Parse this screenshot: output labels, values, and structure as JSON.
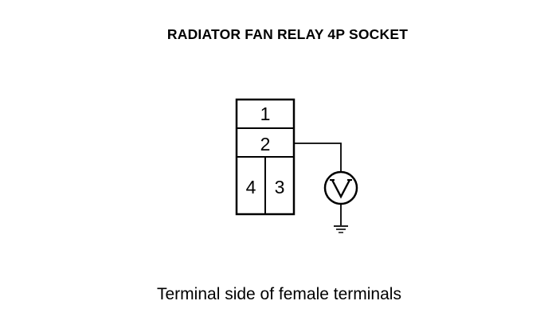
{
  "title": "RADIATOR FAN RELAY 4P SOCKET",
  "connector": {
    "terminals": [
      "1",
      "2",
      "4",
      "3"
    ]
  },
  "meter_symbol": "V",
  "caption": "Terminal side of female terminals",
  "icons": {
    "voltmeter": "voltmeter-icon",
    "ground": "ground-icon"
  }
}
